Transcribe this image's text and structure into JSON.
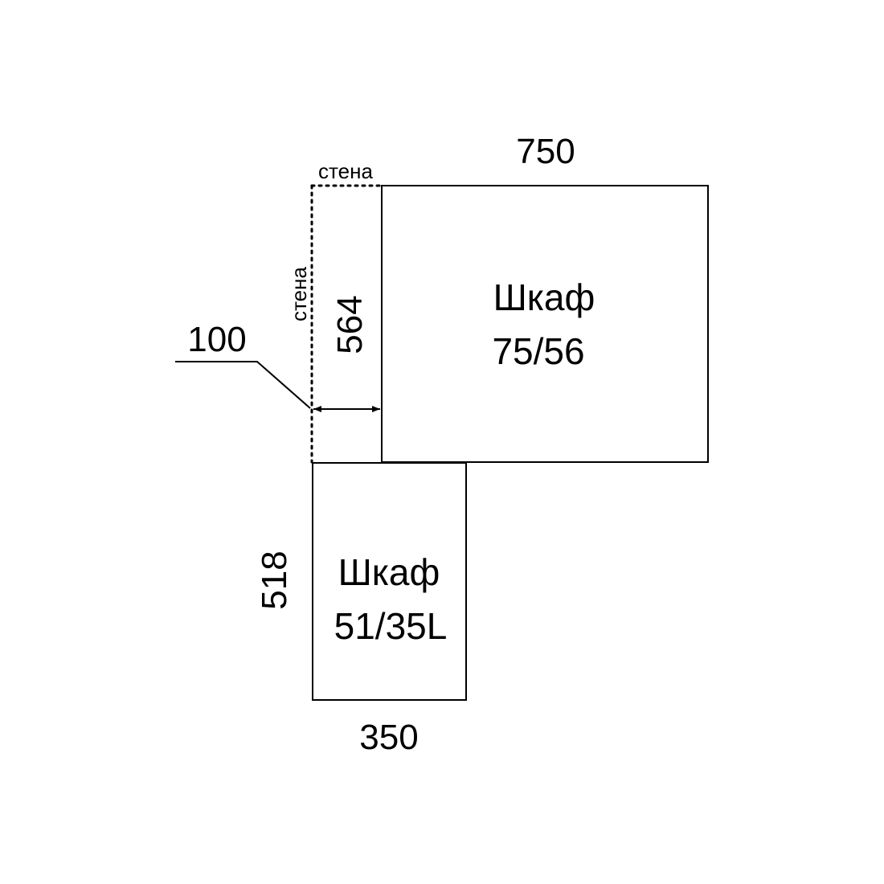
{
  "wall_labels": {
    "top": "стена",
    "side": "стена"
  },
  "cabinet_large": {
    "name": "Шкаф",
    "model": "75/56",
    "width_dim": "750",
    "depth_dim": "564"
  },
  "cabinet_small": {
    "name": "Шкаф",
    "model": "51/35L",
    "width_dim": "350",
    "depth_dim": "518"
  },
  "gap_dimension": "100",
  "colors": {
    "line": "#000000",
    "background": "#ffffff"
  }
}
